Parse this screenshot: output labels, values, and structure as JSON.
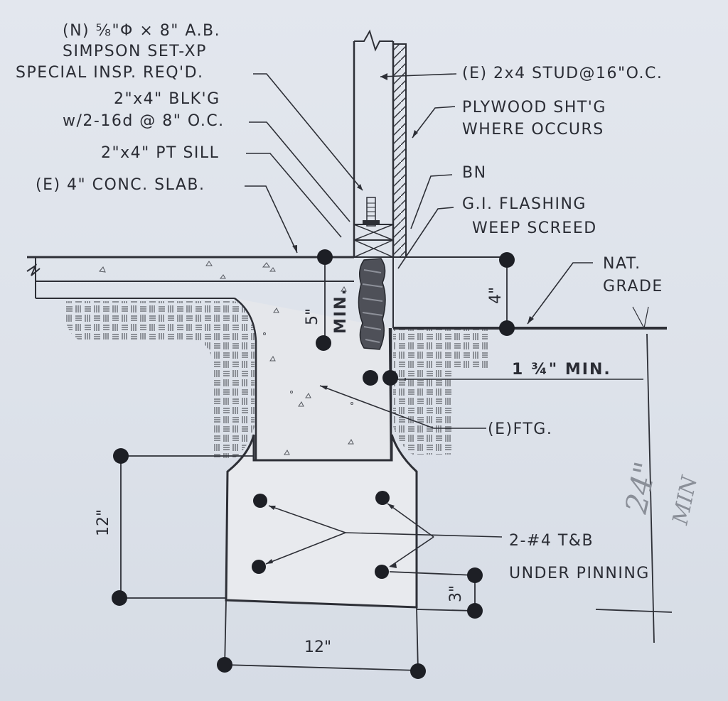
{
  "labels": {
    "anchor_bolt_1": "(N) ⅝\"Φ × 8\" A.B.",
    "anchor_bolt_2": "SIMPSON SET-XP",
    "anchor_bolt_3": "SPECIAL INSP. REQ'D.",
    "blocking_1": "2\"x4\" BLK'G",
    "blocking_2": "w/2-16d @ 8\" O.C.",
    "sill": "2\"x4\" PT SILL",
    "slab": "(E) 4\" CONC. SLAB.",
    "stud": "(E) 2x4 STUD@16\"O.C.",
    "plywood_1": "PLYWOOD SHT'G",
    "plywood_2": "WHERE OCCURS",
    "bn": "BN",
    "flashing_1": "G.I. FLASHING",
    "flashing_2": "WEEP SCREED",
    "grade_1": "NAT.",
    "grade_2": "GRADE",
    "clearance": "1 ¾\" MIN.",
    "footing": "(E)FTG.",
    "rebar_1": "2-#4 T&B",
    "rebar_2": "UNDER PINNING"
  },
  "dimensions": {
    "embed": "5\"",
    "embed_min": "MIN.",
    "grade_drop": "4\"",
    "height": "12\"",
    "width": "12\"",
    "cover": "3\""
  },
  "handwritten": {
    "depth": "24\"",
    "depth_min": "MIN"
  },
  "colors": {
    "ink": "#2d2f36",
    "paper": "#e0e5ec",
    "concrete_fill": "#e4e6ea"
  }
}
